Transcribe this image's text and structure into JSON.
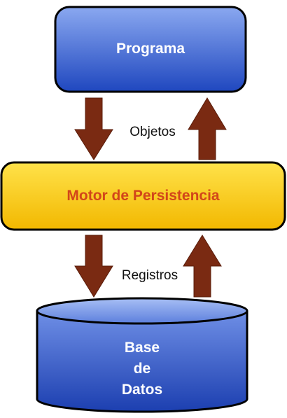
{
  "program_box": {
    "label": "Programa"
  },
  "engine_box": {
    "label": "Motor de Persistencia"
  },
  "database": {
    "lines": [
      "Base",
      "de",
      "Datos"
    ]
  },
  "flows": {
    "upper_label": "Objetos",
    "lower_label": "Registros"
  },
  "colors": {
    "box_blue_light": "#8aa8f0",
    "box_blue_dark": "#1f47bf",
    "engine_yellow_light": "#ffe24a",
    "engine_yellow_dark": "#f2b800",
    "engine_text": "#d2461a",
    "arrow": "#7a2a12",
    "outline": "#000000"
  },
  "icons": {
    "down_arrow": "down-arrow-icon",
    "up_arrow": "up-arrow-icon",
    "database": "database-cylinder-icon"
  }
}
